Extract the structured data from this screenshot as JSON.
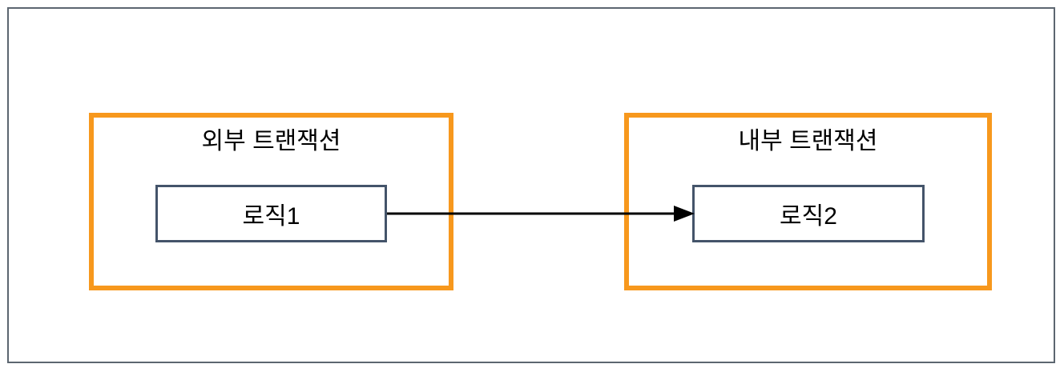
{
  "diagram": {
    "groups": [
      {
        "title": "외부 트랜잭션",
        "node_label": "로직1"
      },
      {
        "title": "내부 트랜잭션",
        "node_label": "로직2"
      }
    ],
    "connector": {
      "from": "로직1",
      "to": "로직2",
      "direction": "right",
      "style": "solid-arrow"
    },
    "colors": {
      "group_border": "#f7981d",
      "node_border": "#44546a",
      "frame_border": "#5c6670",
      "arrow": "#000000",
      "background": "#ffffff",
      "text": "#000000"
    }
  }
}
